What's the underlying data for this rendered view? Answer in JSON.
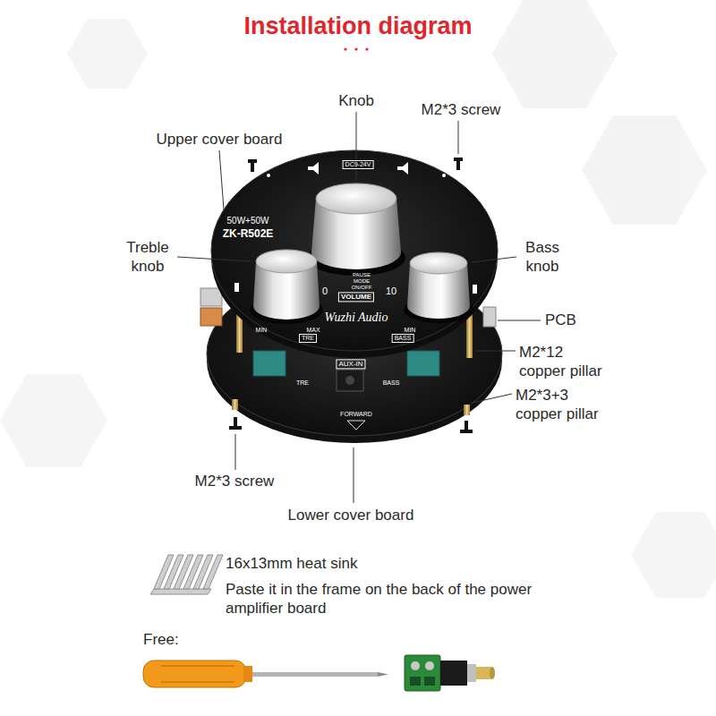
{
  "diagram": {
    "title": "Installation diagram",
    "labels": [
      "Knob",
      "M2*3 screw",
      "Upper cover board",
      "Treble knob",
      "Bass knob",
      "PCB",
      "M2*12 copper pillar",
      "M2*3+3 copper pillar",
      "M2*3 screw",
      "Lower cover board",
      "16x13mm heat sink",
      "Paste it in the frame on the back of the power amplifier board",
      "Free:",
      "50W+50W",
      "ZK-R502E",
      "DC9-24V",
      "0",
      "10",
      "PAUSE",
      "MODE",
      "ON/OFF",
      "VOLUME",
      "Wuzhi Audio",
      "MIN",
      "MAX",
      "TRE",
      "MIN",
      "BASS",
      "AUX-IN",
      "TRE",
      "BASS",
      "FORWARD"
    ]
  }
}
